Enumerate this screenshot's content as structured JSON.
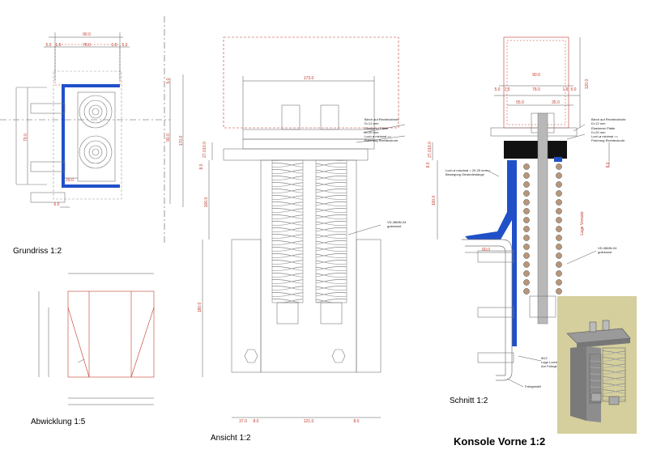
{
  "title": "Konsole Vorne 1:2",
  "views": {
    "grundriss": "Grundriss 1:2",
    "abwicklung": "Abwicklung 1:5",
    "ansicht": "Ansicht 1:2",
    "schnitt": "Schnitt 1:2"
  },
  "dims": {
    "g_90": "90.0",
    "g_78": "78.0",
    "g_5a": "5.0",
    "g_15a": "1.5",
    "g_15b": "1.5",
    "g_5b": "5.0",
    "g_79": "79.0",
    "g_29": "29.0",
    "g_5c": "5.0",
    "g_170": "170.0",
    "g_90v": "90.0",
    "g_6": "6.0",
    "a_173": "173.0",
    "a_10": "10.0",
    "a_27": "27.0",
    "a_8": "8.0",
    "a_100": "100.0",
    "a_180": "180.0",
    "a_37": "37.0",
    "a_8b": "8.0",
    "a_121": "121.0",
    "a_8c": "8.0",
    "s_90": "90.0",
    "s_78": "78.0",
    "s_5a": "5.0",
    "s_15a": "1.5",
    "s_15b": "1.5",
    "s_5b": "5.0",
    "s_55": "55.0",
    "s_35": "35.0",
    "s_120": "120.0",
    "s_10": "10.0",
    "s_27": "27.0",
    "s_8": "8.0",
    "s_100": "100.0",
    "s_60": "60.0",
    "s_lage": "Lage Vorsatz",
    "s_8r": "8.0"
  },
  "notes": {
    "a_blech": [
      "Blech auf Rechtecktrohr",
      "D=12 mm"
    ],
    "a_elast": [
      "Elastomer Platte",
      "D=20 mm",
      "Loch ø minimal =>",
      "Fixierung Rechteckrohr"
    ],
    "a_vd": [
      "VD-38MN-04",
      "gutekunst"
    ],
    "s_blech": [
      "Blech auf Rechtecktrohr",
      "D=12 mm"
    ],
    "s_elast": [
      "Elastomer Platte",
      "D=20 mm",
      "Loch ø minimal =>",
      "Fixierung Rechteckrohr"
    ],
    "s_loch": [
      "Loch ø maximal = 20-25 mm=>",
      "Bewegung Gewindestange"
    ],
    "s_vd": [
      "VD-38MN-04",
      "gutekunst"
    ],
    "s_m12": [
      "M12",
      "Lage Lochblid",
      "Am Fahrgestell"
    ],
    "s_fahr": "Fahrgestell"
  },
  "colors": {
    "line": "#555555",
    "dim": "#c0392b",
    "blue": "#2050c8",
    "rubber": "#111111"
  }
}
